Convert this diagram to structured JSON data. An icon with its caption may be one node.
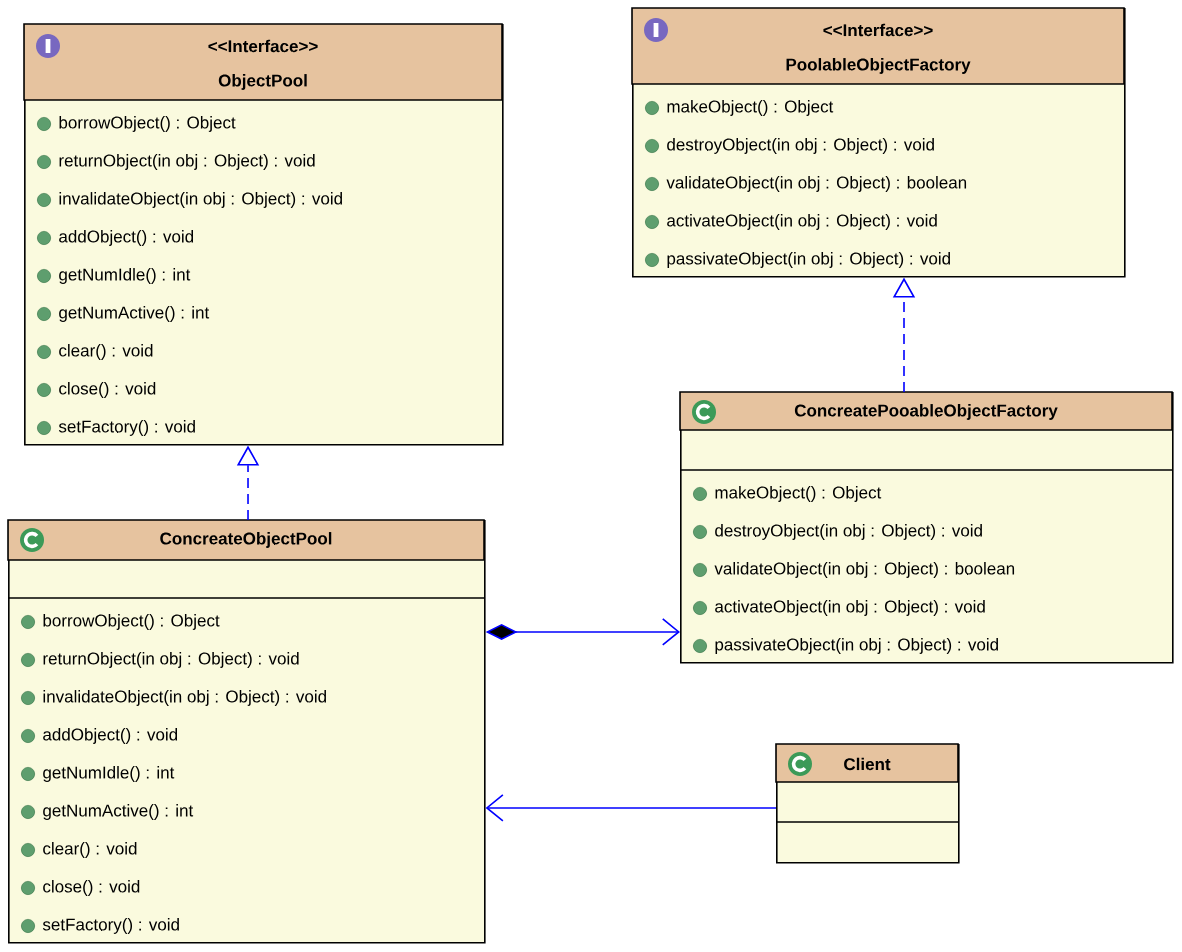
{
  "diagram": {
    "nodes": [
      {
        "text": [
          "<<Interface>>",
          "ObjectPool",
          "borrowObject() : Object",
          "returnObject(in obj : Object) : void",
          "invalidateObject(in obj : Object) : void",
          "addObject() : void",
          "getNumIdle() : int",
          "getNumActive() : int",
          "clear() : void",
          "close() : void",
          "setFactory() : void"
        ]
      },
      {
        "text": [
          "<<Interface>>",
          "PoolableObjectFactory",
          "makeObject() : Object",
          "destroyObject(in obj : Object) : void",
          "validateObject(in obj : Object) : boolean",
          "activateObject(in obj : Object) : void",
          "passivateObject(in obj : Object) : void"
        ]
      },
      {
        "text": [
          "ConcreateObjectPool",
          "borrowObject() : Object",
          "returnObject(in obj : Object) : void",
          "invalidateObject(in obj : Object) : void",
          "addObject() : void",
          "getNumIdle() : int",
          "getNumActive() : int",
          "clear() : void",
          "close() : void",
          "setFactory() : void"
        ]
      },
      {
        "text": [
          "ConcreatePooableObjectFactory",
          "makeObject() : Object",
          "destroyObject(in obj : Object) : void",
          "validateObject(in obj : Object) : boolean",
          "activateObject(in obj : Object) : void",
          "passivateObject(in obj : Object) : void"
        ]
      },
      {
        "text": [
          "Client"
        ]
      }
    ],
    "edges": [
      {
        "from": 2,
        "to": 0,
        "arrow": "to",
        "style": "dashed"
      },
      {
        "from": 3,
        "to": 1,
        "arrow": "to",
        "style": "dashed"
      },
      {
        "from": 2,
        "to": 3,
        "arrow": "to"
      },
      {
        "from": 4,
        "to": 2,
        "arrow": "to"
      }
    ]
  }
}
